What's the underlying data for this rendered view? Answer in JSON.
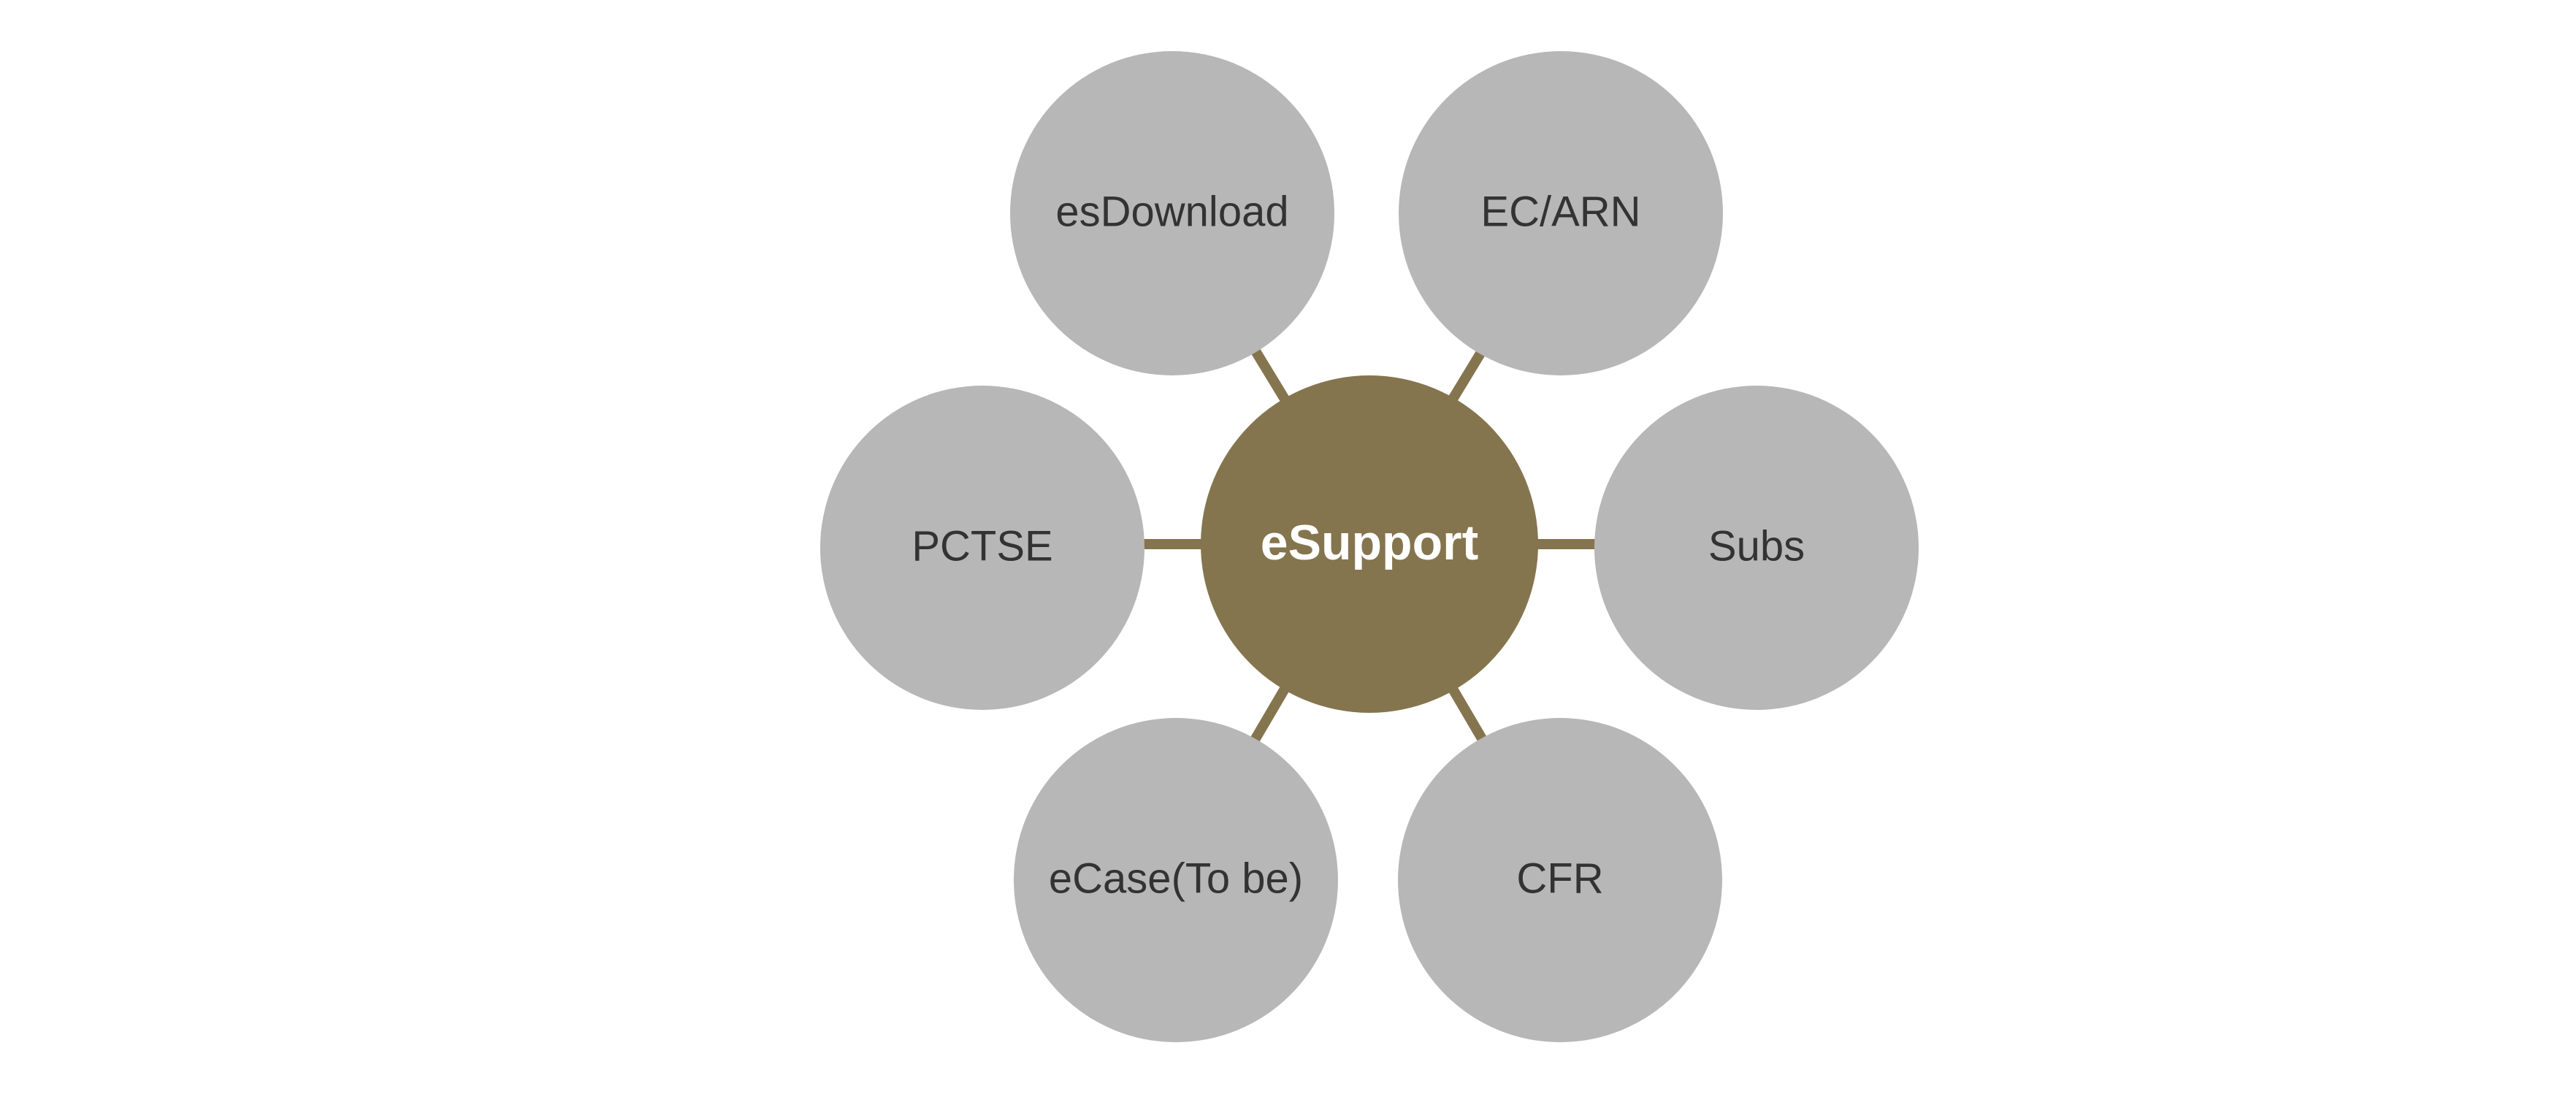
{
  "diagram": {
    "hub": {
      "label": "eSupport"
    },
    "nodes": [
      {
        "id": "esdownload",
        "label": "esDownload"
      },
      {
        "id": "ec-arn",
        "label": "EC/ARN"
      },
      {
        "id": "pctse",
        "label": "PCTSE"
      },
      {
        "id": "subs",
        "label": "Subs"
      },
      {
        "id": "ecase",
        "label": "eCase(To be)"
      },
      {
        "id": "cfr",
        "label": "CFR"
      }
    ]
  },
  "colors": {
    "hub_fill": "#85754e",
    "node_fill": "#b7b7b7",
    "connector": "#85754e",
    "node_text": "#333333",
    "hub_text": "#ffffff"
  }
}
